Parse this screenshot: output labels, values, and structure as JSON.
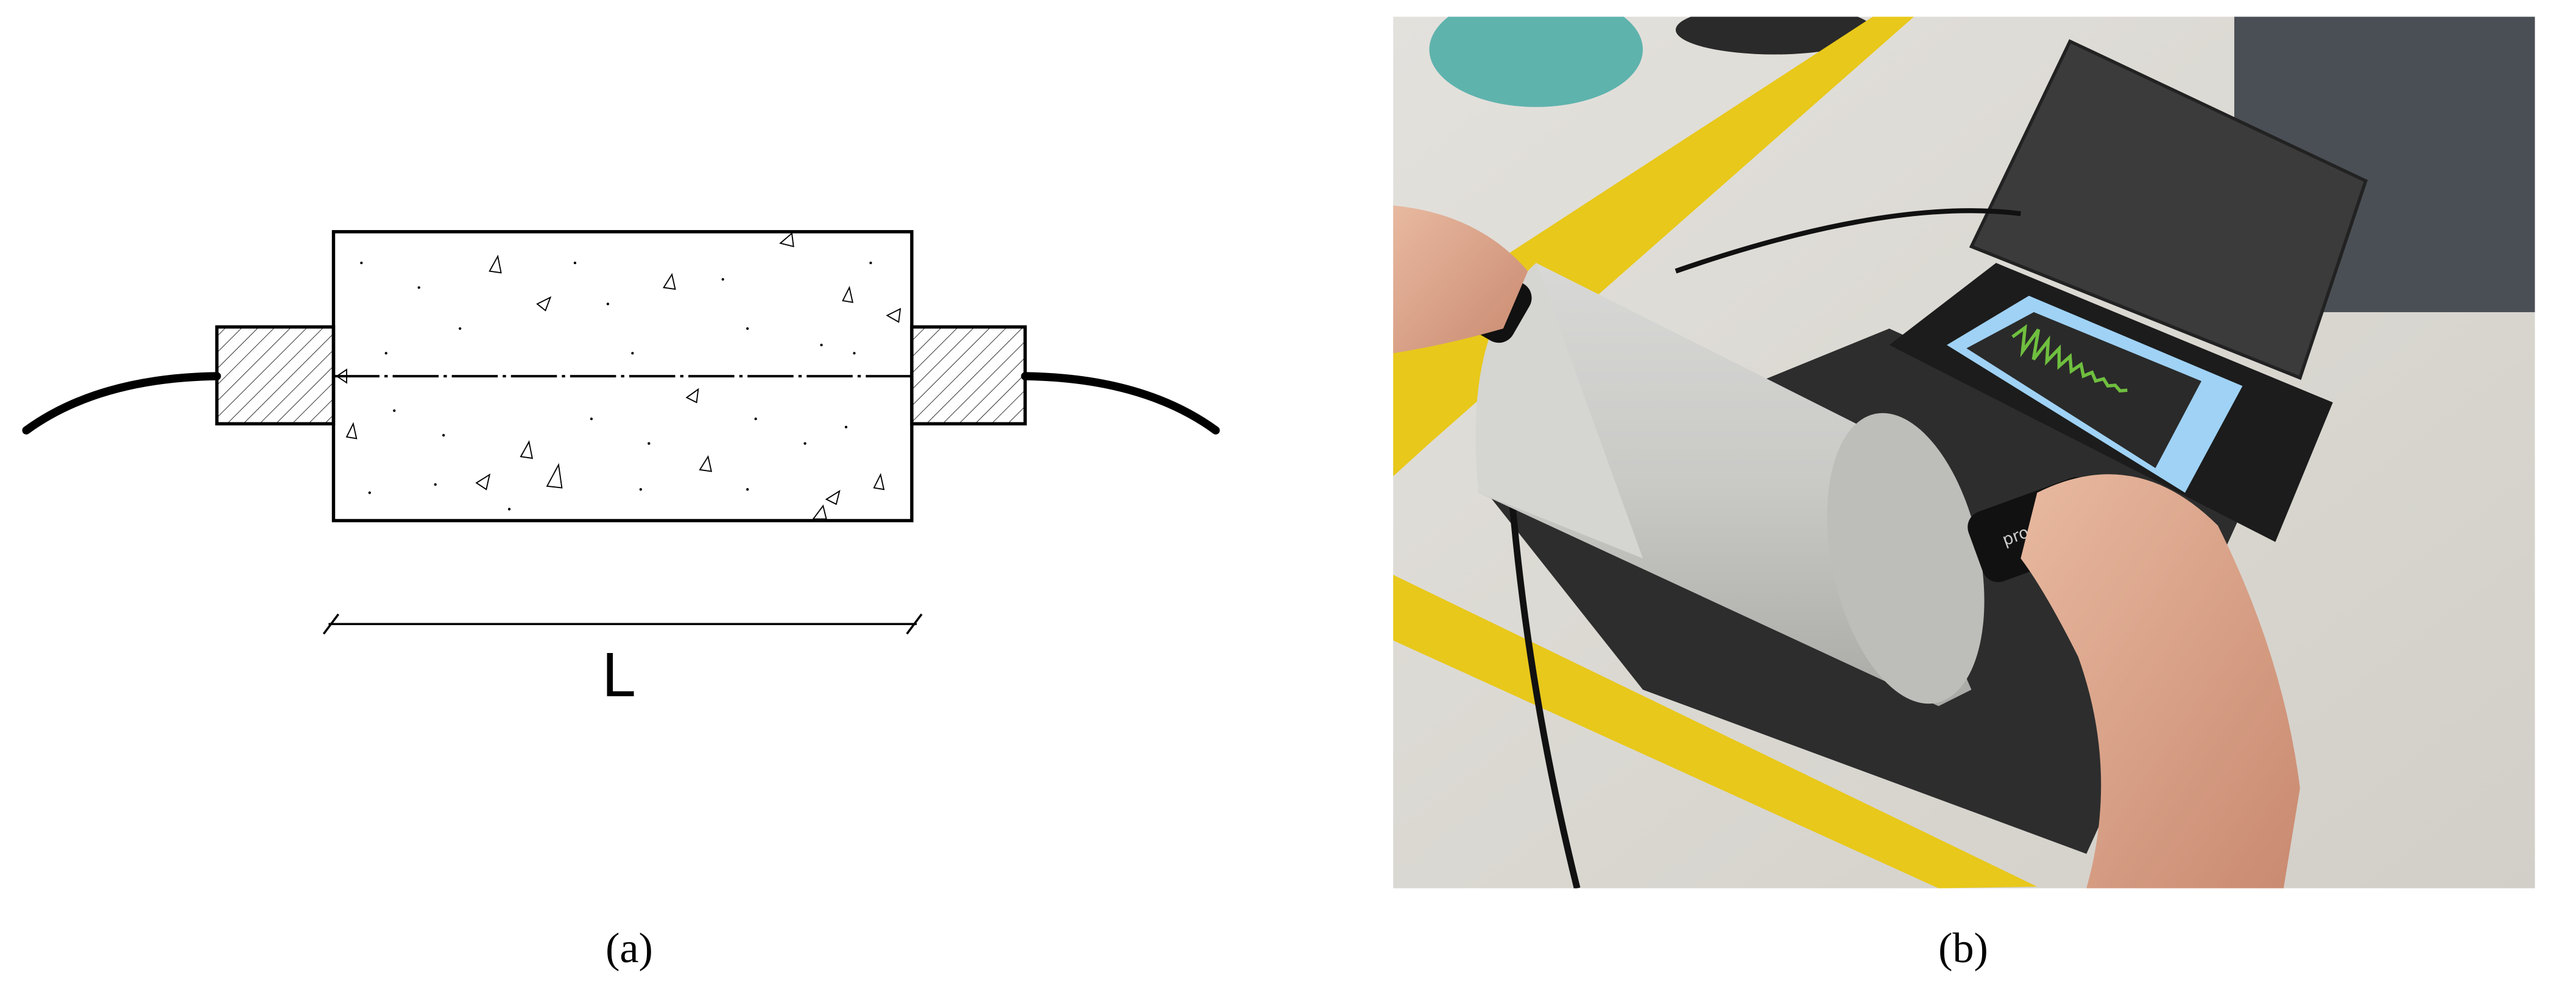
{
  "panel_a": {
    "dimension_label": "L",
    "caption": "(a)"
  },
  "panel_b": {
    "caption": "(b)",
    "device_logo": "proceq"
  },
  "colors": {
    "line": "#000000",
    "table_edge": "#e8c81a",
    "screen_frame": "#9fd2f5",
    "waveform": "#6fbf3f"
  }
}
